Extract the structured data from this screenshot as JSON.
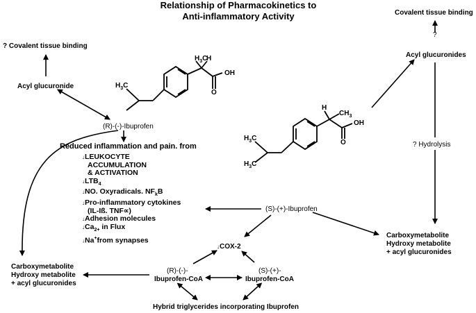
{
  "title": {
    "line1": "Relationship of Pharmacokinetics to",
    "line2": "Anti-inflammatory Activity"
  },
  "left": {
    "covalent": "? Covalent tissue binding",
    "acyl": "Acyl glucuronide",
    "r_ibuprofen": "(R)-(-)-Ibuprofen",
    "metab_l1": "Carboxymetabolite",
    "metab_l2": "Hydroxy metabolite",
    "metab_l3": "+ acyl glucuronides"
  },
  "right": {
    "covalent": "Covalent tissue binding",
    "question": "?",
    "acyl": "Acyl glucuronides",
    "hydrolysis": "? Hydrolysis",
    "metab_l1": "Carboxymetabolite",
    "metab_l2": "Hydroxy metabolite",
    "metab_l3": "+ acyl glucuronides"
  },
  "center": {
    "s_ibuprofen": "(S)-(+)-Ibuprofen",
    "cox2": "COX-2",
    "r_coa_l1": "(R)-(-)-",
    "r_coa_l2": "Ibuprofen-CoA",
    "s_coa_l1": "(S)-(+)-",
    "s_coa_l2": "Ibuprofen-CoA",
    "hybrid": "Hybrid triglycerides incorporating Ibuprofen"
  },
  "effects": {
    "header": "Reduced inflammation and pain. from",
    "leuko_1": "LEUKOCYTE",
    "leuko_2": "ACCUMULATION",
    "leuko_3": "& ACTIVATION",
    "ltb": "LTB",
    "ltb_sub": "4",
    "no_text": "NO. Oxyradicals. NF",
    "no_sub": "k",
    "no_end": "B",
    "pro": "Pro-inflammatory cytokines",
    "pro_2": "(IL-Iß. TNF∝)",
    "adhesion": "Adhesion molecules",
    "ca": "Ca",
    "ca_sup": "2+",
    "ca_end": " in Flux",
    "na": "Na",
    "na_sup": "+",
    "na_end": "from synapses"
  },
  "molecule": {
    "ch3": "CH",
    "ch3_sub": "3",
    "h3c": "H",
    "h3c_sub": "3",
    "h3c_end": "C",
    "h": "H",
    "oh": "OH",
    "o": "O",
    "down_glyph": "↓"
  }
}
